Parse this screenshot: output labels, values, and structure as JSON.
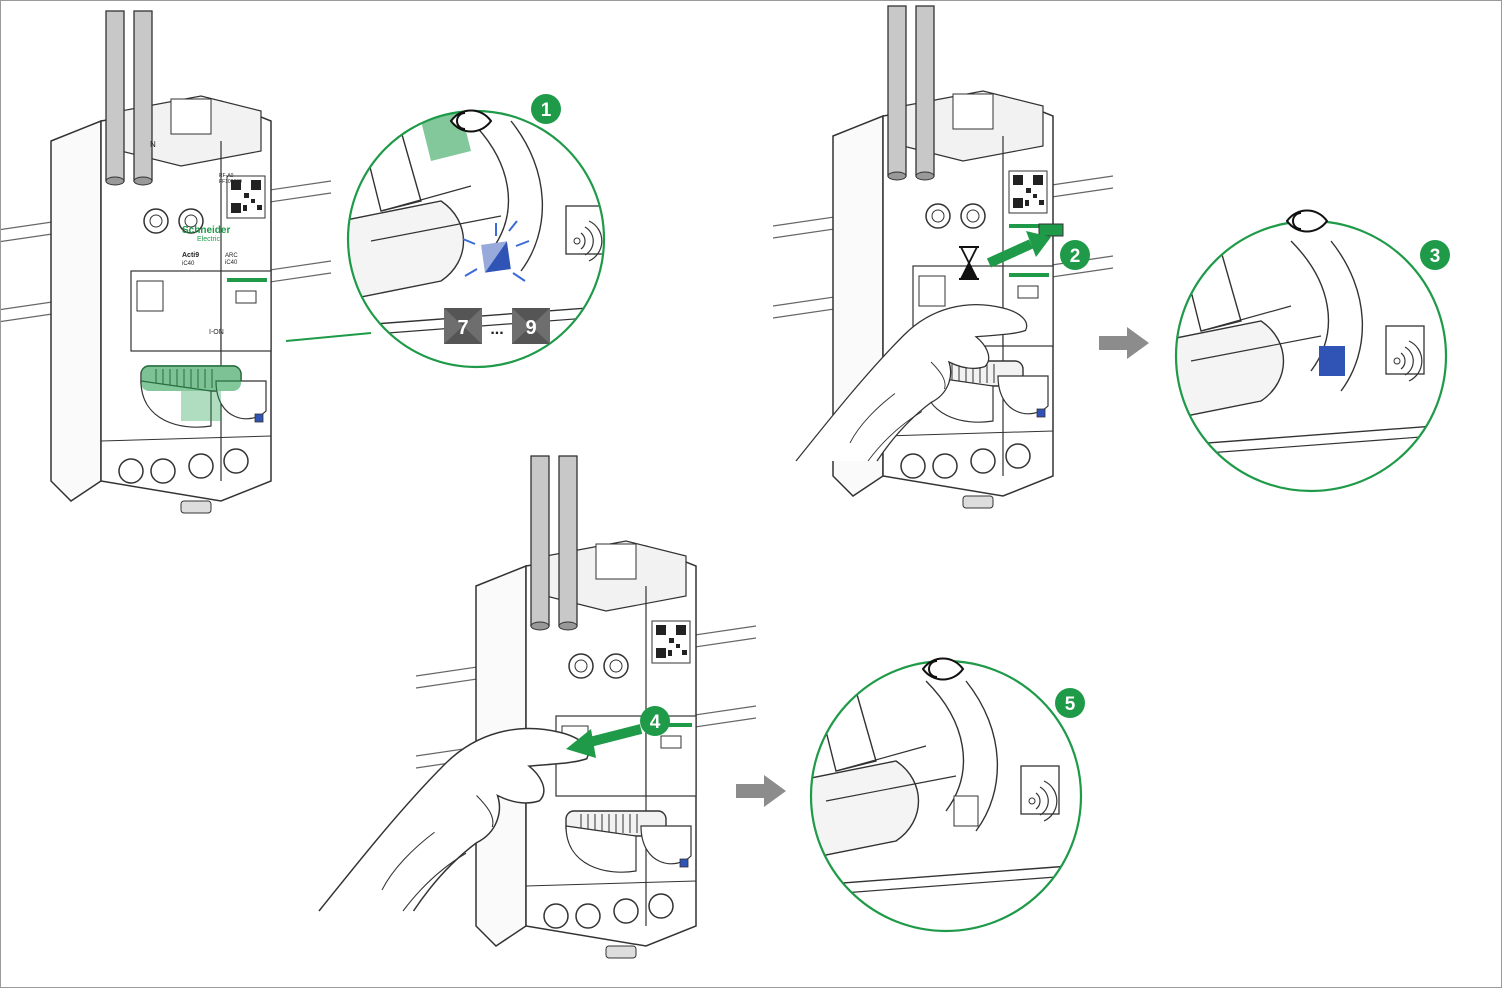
{
  "brand": {
    "name": "Schneider",
    "sub": "Electric",
    "accent": "#009530"
  },
  "product": {
    "range": "Acti9",
    "model": "iC40",
    "arc_label": "ARC",
    "arc_model": "iC40"
  },
  "device_text": {
    "neutral": "N",
    "on_label": "I-ON",
    "serial_line1": "RF-A0",
    "serial_line2": "FF100000"
  },
  "steps": [
    {
      "number": "1"
    },
    {
      "number": "2"
    },
    {
      "number": "3"
    },
    {
      "number": "4"
    },
    {
      "number": "5"
    }
  ],
  "blink": {
    "from": "7",
    "ellipsis": "...",
    "to": "9"
  },
  "colors": {
    "green": "#1e9a48",
    "indicator_blue": "#2f54b6",
    "arrow_gray": "#8c8c8c",
    "line": "#444444"
  },
  "icons": [
    "eye-icon",
    "hourglass-icon",
    "wireless-icon",
    "arrow-right-icon"
  ]
}
